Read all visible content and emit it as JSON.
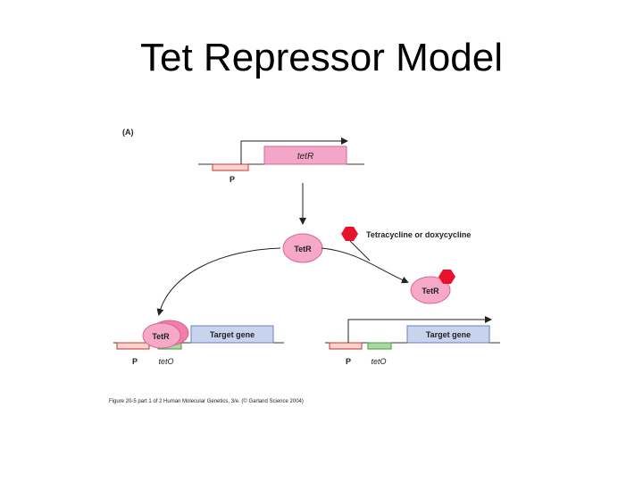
{
  "slide": {
    "title": "Tet Repressor Model"
  },
  "figure": {
    "panel_label": "(A)",
    "top_construct": {
      "gene_label": "tetR",
      "promoter_label": "P"
    },
    "protein_label": "TetR",
    "drug_label": "Tetracycline or doxycycline",
    "bound_protein_label": "TetR",
    "left_construct": {
      "protein_label": "TetR",
      "gene_label": "Target gene",
      "promoter_label": "P",
      "operator_label": "tetO"
    },
    "right_construct": {
      "gene_label": "Target gene",
      "promoter_label": "P",
      "operator_label": "tetO"
    },
    "caption": "Figure 20-5  part 1 of 2  Human Molecular Genetics, 3/e.  (© Garland Science 2004)"
  },
  "colors": {
    "gene_pink": "#f4a6c8",
    "protein_pink": "#f6a9c6",
    "promoter_peach": "#f9d4cf",
    "operator_green": "#a8d9a0",
    "target_blue": "#c8d4ee",
    "drug_red": "#e8122a"
  }
}
